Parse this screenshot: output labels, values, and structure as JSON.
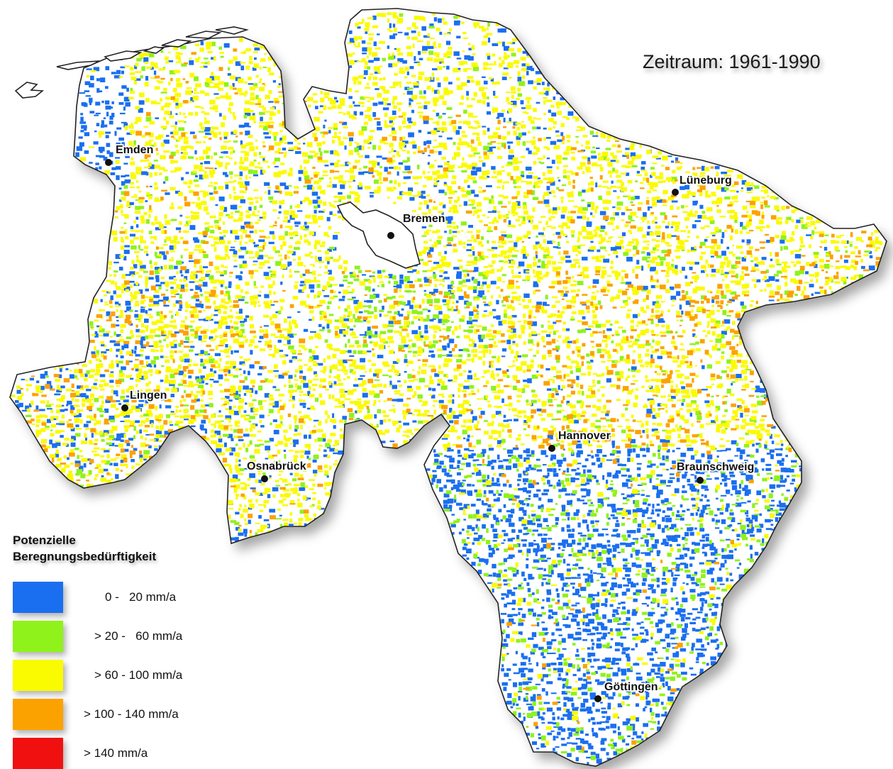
{
  "title": "Zeitraum: 1961-1990",
  "legend": {
    "title_line1": "Potenzielle",
    "title_line2": "Beregnungsbedürftigkeit",
    "items": [
      {
        "label": "0 -   20 mm/a",
        "color": "#1a6ff0"
      },
      {
        "label": "> 20 -   60 mm/a",
        "color": "#8ff21a"
      },
      {
        "label": "> 60 - 100 mm/a",
        "color": "#fafa00"
      },
      {
        "label": "> 100 - 140 mm/a",
        "color": "#fca200"
      },
      {
        "label": "> 140 mm/a",
        "color": "#f01010"
      }
    ]
  },
  "cities": [
    {
      "name": "Emden"
    },
    {
      "name": "Lüneburg"
    },
    {
      "name": "Bremen"
    },
    {
      "name": "Lingen"
    },
    {
      "name": "Hannover"
    },
    {
      "name": "Osnabrück"
    },
    {
      "name": "Braunschweig"
    },
    {
      "name": "Göttingen"
    }
  ]
}
